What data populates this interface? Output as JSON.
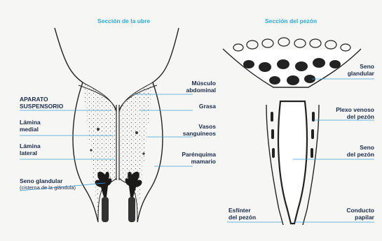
{
  "titles": {
    "left": "Sección de la ubre",
    "right": "Sección del pezón"
  },
  "labels_left": {
    "aparato_1": "APARATO",
    "aparato_2": "SUSPENSORIO",
    "lamina_medial_1": "Lámina",
    "lamina_medial_2": "medial",
    "lamina_lateral_1": "Lámina",
    "lamina_lateral_2": "lateral",
    "seno_glandular": "Seno glandular",
    "cisterna": "(cisterna de la glándula)",
    "musculo_1": "Músculo",
    "musculo_2": "abdominal",
    "grasa": "Grasa",
    "vasos_1": "Vasos",
    "vasos_2": "sanguíneos",
    "parenquima_1": "Parénquima",
    "parenquima_2": "mamario"
  },
  "labels_right": {
    "seno_glandular_1": "Seno",
    "seno_glandular_2": "glandular",
    "plexo_1": "Plexo venoso",
    "plexo_2": "del pezón",
    "seno_pezon_1": "Seno",
    "seno_pezon_2": "del pezón",
    "esfinter_1": "Esfínter",
    "esfinter_2": "del pezón",
    "conducto_1": "Conducto",
    "conducto_2": "papilar"
  },
  "colors": {
    "title": "#2aa8dc",
    "label": "#1a2a4a",
    "leader": "#3aa0d8"
  }
}
